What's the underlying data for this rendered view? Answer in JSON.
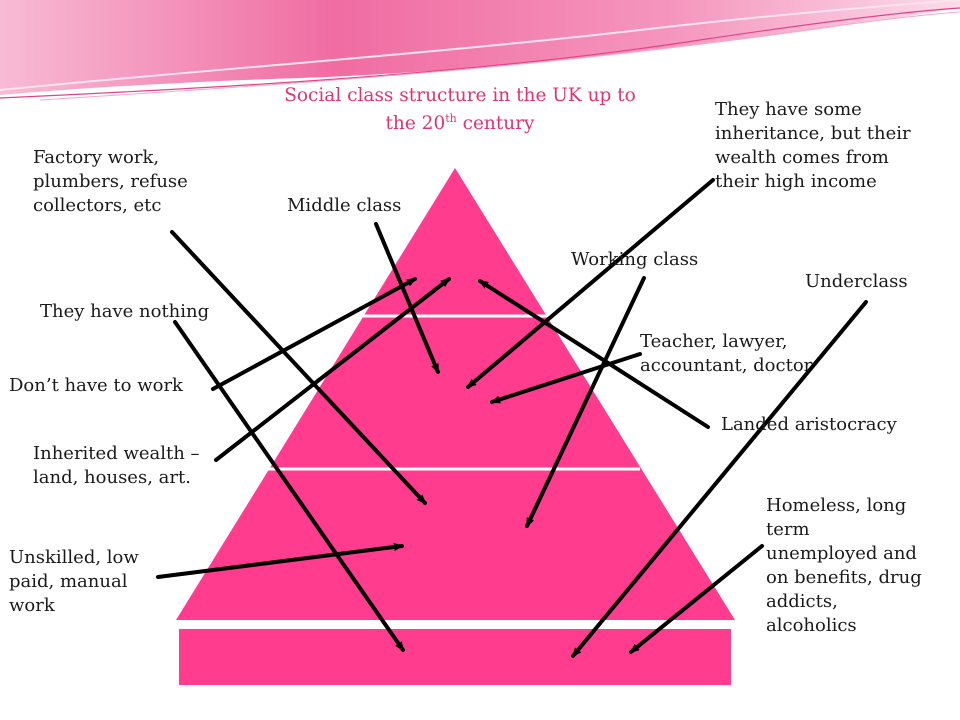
{
  "title": {
    "line1": "Social class structure in the UK up to",
    "line2_pre": "the 20",
    "line2_sup": "th",
    "line2_post": " century"
  },
  "labels": {
    "factory_work": [
      "Factory work,",
      "plumbers, refuse",
      "collectors, etc"
    ],
    "middle_class": [
      "Middle class"
    ],
    "working_class": [
      "Working class"
    ],
    "they_have_some": [
      "They have some",
      "inheritance, but their",
      "wealth comes from",
      "their high income"
    ],
    "underclass": [
      "Underclass"
    ],
    "they_have_nothing": [
      "They have nothing"
    ],
    "teacher": [
      "Teacher, lawyer,",
      "accountant, doctor"
    ],
    "dont_have_to_work": [
      "Don’t have to work"
    ],
    "landed_aristocracy": [
      "Landed aristocracy"
    ],
    "inherited_wealth": [
      "Inherited wealth –",
      "land, houses, art."
    ],
    "homeless": [
      "Homeless, long",
      "term",
      "unemployed and",
      "on benefits, drug",
      "addicts,",
      "alcoholics"
    ],
    "unskilled": [
      "Unskilled, low",
      "paid, manual",
      "work"
    ]
  },
  "colors": {
    "pyramid": "#ff3c8e",
    "divider": "#ffffff",
    "arrow": "#000000",
    "title": "#e0336f",
    "banner_pink": "#f06aa0",
    "banner_light": "#f9c3d9"
  }
}
